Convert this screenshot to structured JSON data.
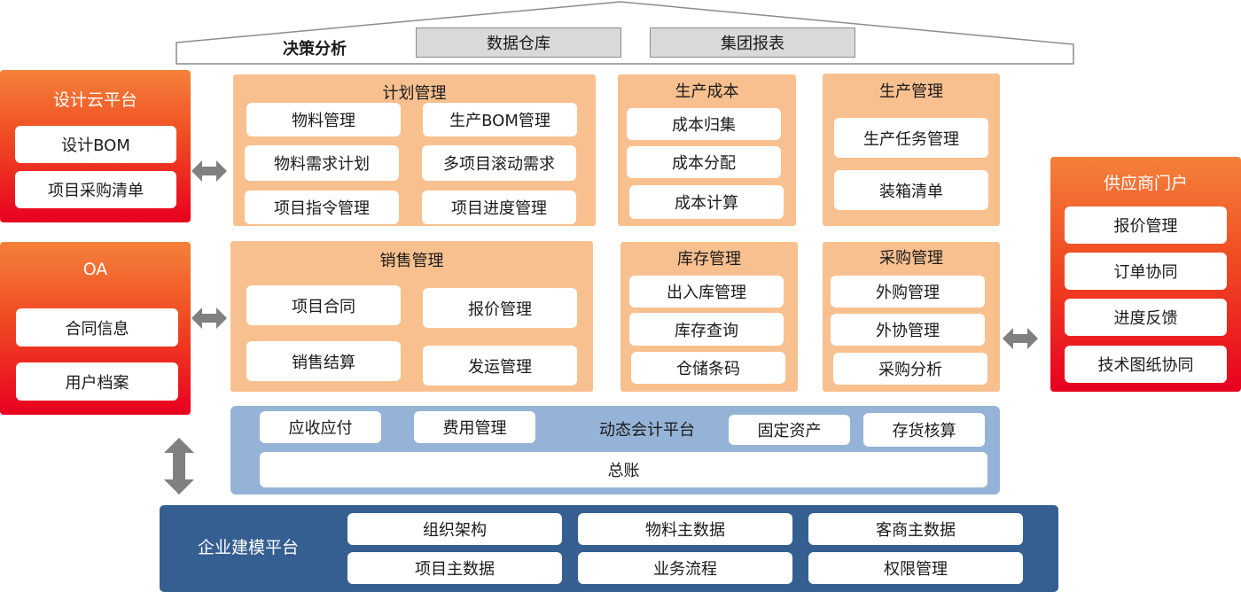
{
  "decision": {
    "title": "决策分析",
    "tabs": [
      "数据仓库",
      "集团报表"
    ]
  },
  "design_cloud": {
    "title": "设计云平台",
    "items": [
      "设计BOM",
      "项目采购清单"
    ]
  },
  "oa": {
    "title": "OA",
    "items": [
      "合同信息",
      "用户档案"
    ]
  },
  "supplier_portal": {
    "title": "供应商门户",
    "items": [
      "报价管理",
      "订单协同",
      "进度反馈",
      "技术图纸协同"
    ]
  },
  "plan_mgmt": {
    "title": "计划管理",
    "items": [
      "物料管理",
      "生产BOM管理",
      "物料需求计划",
      "多项目滚动需求",
      "项目指令管理",
      "项目进度管理"
    ]
  },
  "prod_cost": {
    "title": "生产成本",
    "items": [
      "成本归集",
      "成本分配",
      "成本计算"
    ]
  },
  "prod_mgmt": {
    "title": "生产管理",
    "items": [
      "生产任务管理",
      "装箱清单"
    ]
  },
  "sales_mgmt": {
    "title": "销售管理",
    "items": [
      "项目合同",
      "报价管理",
      "销售结算",
      "发运管理"
    ]
  },
  "inventory_mgmt": {
    "title": "库存管理",
    "items": [
      "出入库管理",
      "库存查询",
      "仓储条码"
    ]
  },
  "purchase_mgmt": {
    "title": "采购管理",
    "items": [
      "外购管理",
      "外协管理",
      "采购分析"
    ]
  },
  "accounting": {
    "title": "动态会计平台",
    "items": [
      "应收应付",
      "费用管理",
      "固定资产",
      "存货核算"
    ],
    "ledger": "总账"
  },
  "modeling": {
    "title": "企业建模平台",
    "items": [
      "组织架构",
      "物料主数据",
      "客商主数据",
      "项目主数据",
      "业务流程",
      "权限管理"
    ]
  },
  "colors": {
    "orange_panel": "#f9c08f",
    "red_panel_top": "#f5813a",
    "red_panel_bottom": "#e8001f",
    "accounting_panel": "#95b3d7",
    "modeling_panel": "#365f91",
    "arrow": "#808080",
    "grey_tab": "#d9d9d9"
  }
}
